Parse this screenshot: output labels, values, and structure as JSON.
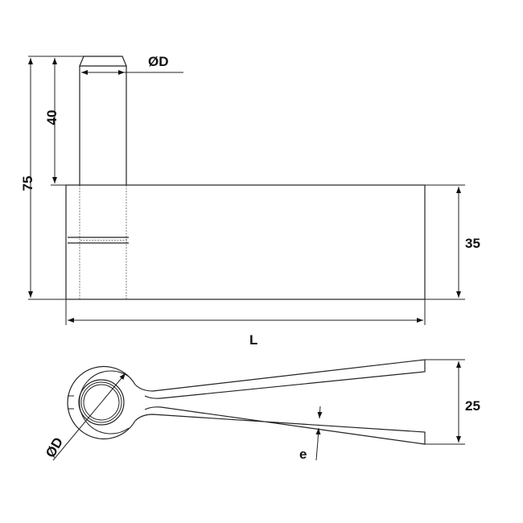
{
  "drawing": {
    "dimensions": {
      "total_height": "75",
      "pin_height": "40",
      "pin_diameter": "ØD",
      "plate_height": "35",
      "length": "L",
      "spread": "25",
      "ring_diameter": "ØD",
      "thickness": "e"
    }
  }
}
